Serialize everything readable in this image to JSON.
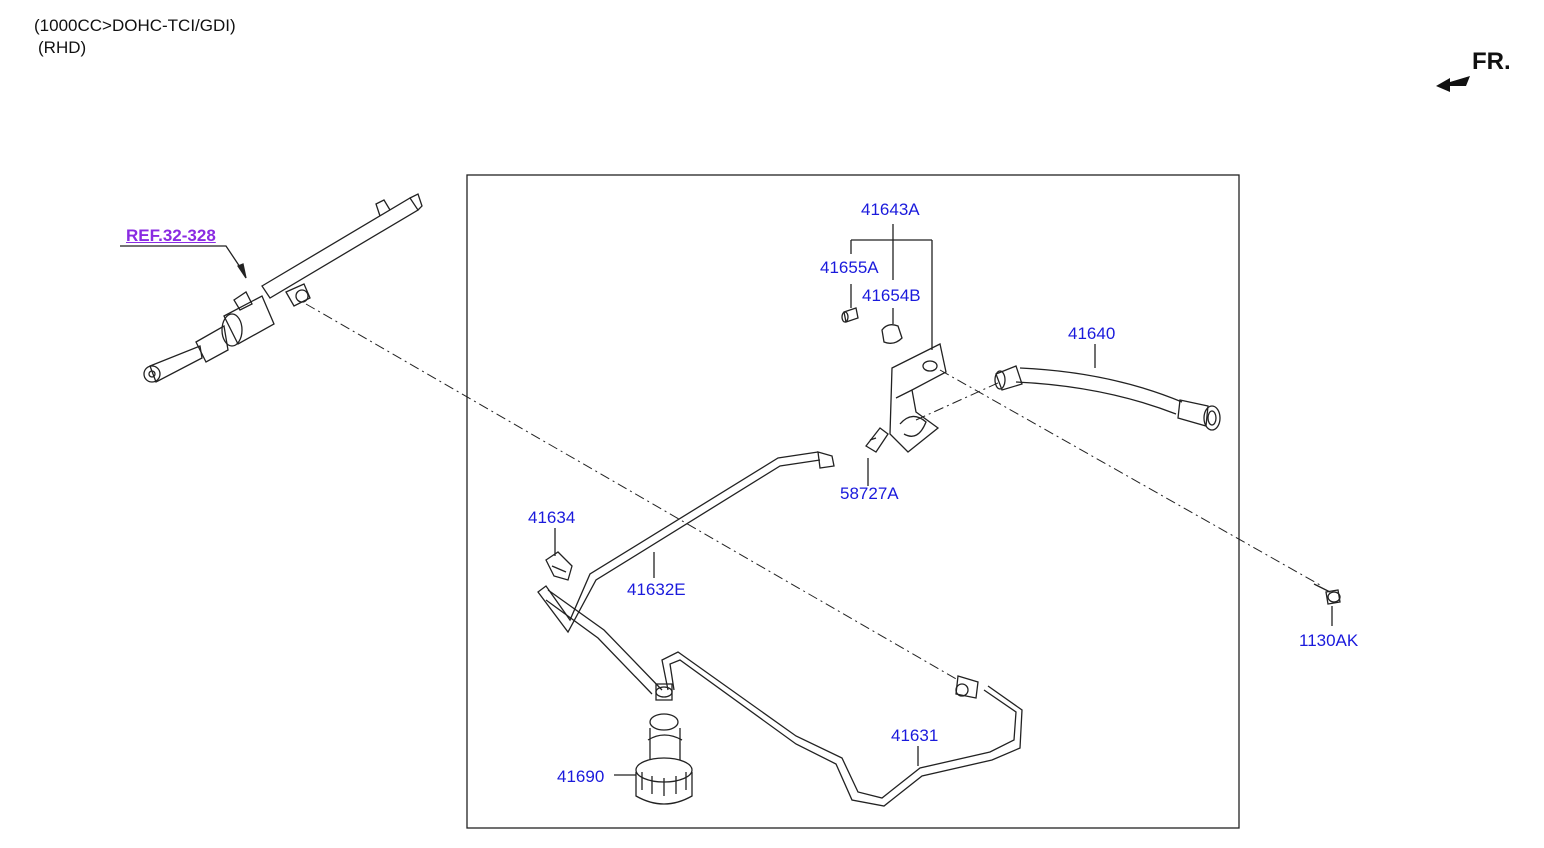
{
  "header": {
    "line1": "(1000CC>DOHC-TCI/GDI)",
    "line2": "(RHD)"
  },
  "orientation": {
    "label": "FR.",
    "icon": "front-direction-arrow-icon"
  },
  "reference": {
    "label": "REF.32-328"
  },
  "parts": {
    "p41643A": "41643A",
    "p41655A": "41655A",
    "p41654B": "41654B",
    "p41640": "41640",
    "p58727A": "58727A",
    "p41634": "41634",
    "p41632E": "41632E",
    "p1130AK": "1130AK",
    "p41631": "41631",
    "p41690": "41690"
  },
  "colors": {
    "part_label": "#1a1adc",
    "ref_label": "#8a2be2",
    "line": "#222222"
  }
}
